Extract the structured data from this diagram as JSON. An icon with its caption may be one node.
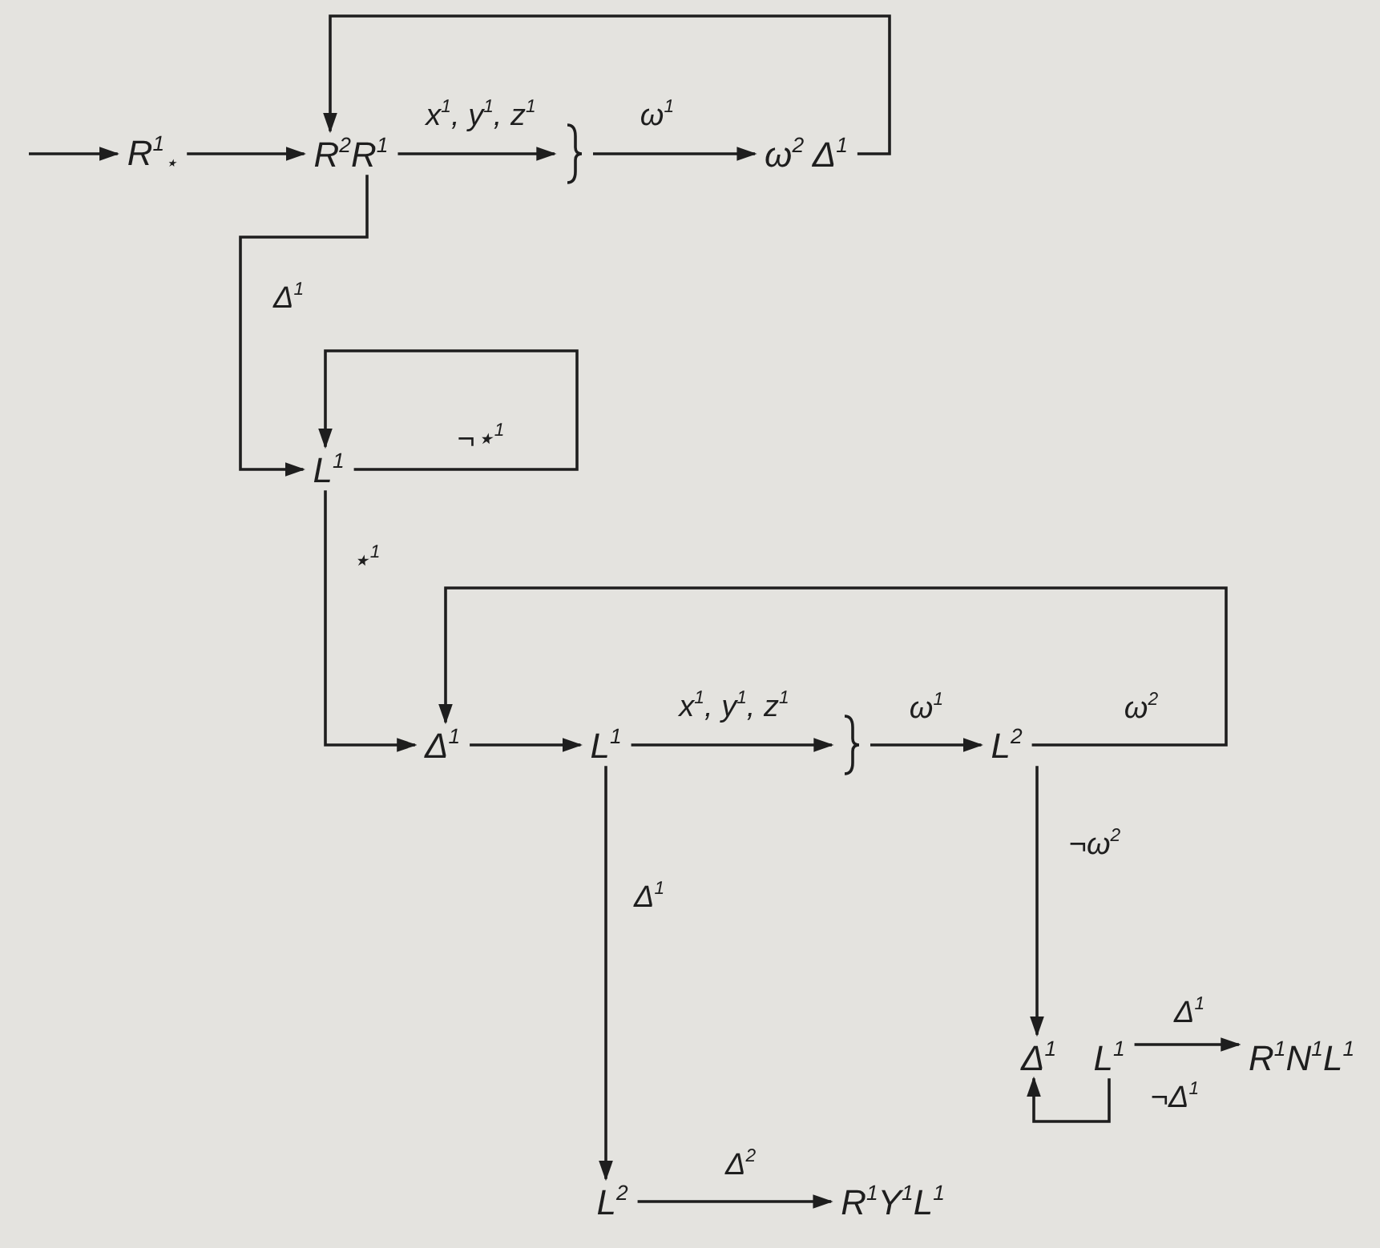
{
  "diagram": {
    "nodes": [
      {
        "text": [
          "R$^{1}$$_{⋆}$"
        ]
      },
      {
        "text": [
          "R$^{2}$R$^{1}$"
        ]
      },
      {
        "text": [],
        "shape": "brace"
      },
      {
        "text": [
          "ω$^{2}$  Δ$^{1}$"
        ]
      },
      {
        "text": [
          "L$^{1}$"
        ]
      },
      {
        "text": [
          "Δ$^{1}$"
        ]
      },
      {
        "text": [
          "L$^{1}$"
        ]
      },
      {
        "text": [],
        "shape": "brace"
      },
      {
        "text": [
          "L$^{2}$"
        ]
      },
      {
        "text": [
          "Δ$^{1}$"
        ]
      },
      {
        "text": [
          "L$^{1}$"
        ]
      },
      {
        "text": [
          "R$^{1}$N$^{1}$L$^{1}$"
        ]
      },
      {
        "text": [
          "L$^{2}$"
        ]
      },
      {
        "text": [
          "R$^{1}$Y$^{1}$L$^{1}$"
        ]
      }
    ],
    "edges": [
      {
        "from": null,
        "to": 0,
        "arrow": "to"
      },
      {
        "from": 0,
        "to": 1,
        "arrow": "to"
      },
      {
        "from": 1,
        "to": 2,
        "arrow": "to",
        "label": "x$^{1}$, y$^{1}$, z$^{1}$"
      },
      {
        "from": 2,
        "to": 3,
        "arrow": "to",
        "label": "ω$^{1}$"
      },
      {
        "from": 3,
        "to": 1,
        "arrow": "to"
      },
      {
        "from": 1,
        "to": 4,
        "arrow": "to",
        "label": "Δ$^{1}$"
      },
      {
        "from": 4,
        "to": 4,
        "arrow": "to",
        "label": "¬⋆$^{1}$"
      },
      {
        "from": 4,
        "to": 5,
        "arrow": "to",
        "label": "⋆$^{1}$"
      },
      {
        "from": 8,
        "to": 5,
        "arrow": "to",
        "label": "ω$^{2}$"
      },
      {
        "from": 5,
        "to": 6,
        "arrow": "to"
      },
      {
        "from": 6,
        "to": 7,
        "arrow": "to",
        "label": "x$^{1}$, y$^{1}$, z$^{1}$"
      },
      {
        "from": 7,
        "to": 8,
        "arrow": "to",
        "label": "ω$^{1}$"
      },
      {
        "from": 6,
        "to": 12,
        "arrow": "to",
        "label": "Δ$^{1}$"
      },
      {
        "from": 8,
        "to": 9,
        "arrow": "to",
        "label": "¬ω$^{2}$"
      },
      {
        "from": 10,
        "to": 11,
        "arrow": "to",
        "label": "Δ$^{1}$"
      },
      {
        "from": 10,
        "to": 9,
        "arrow": "to",
        "label": "¬Δ$^{1}$"
      },
      {
        "from": 12,
        "to": 13,
        "arrow": "to",
        "label": "Δ$^{2}$"
      }
    ]
  }
}
